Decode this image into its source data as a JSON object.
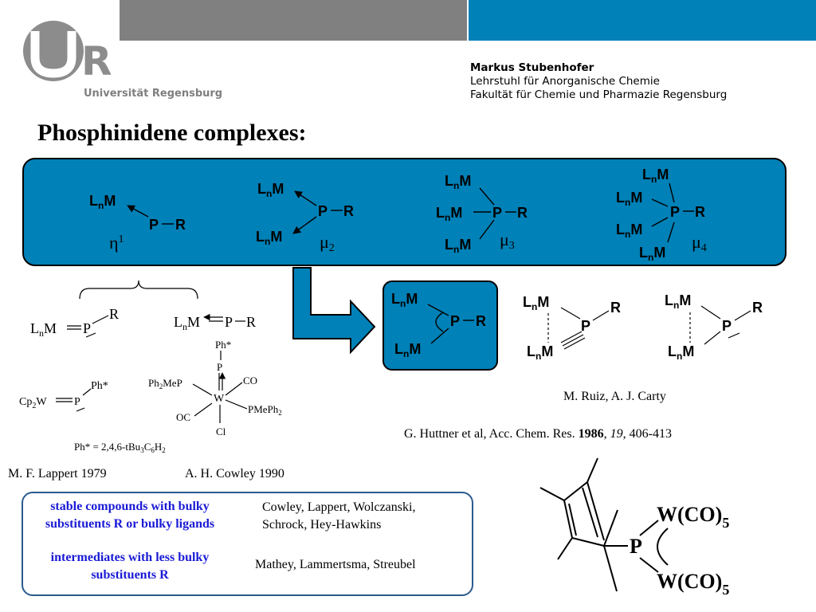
{
  "header": {
    "university": "Universität Regensburg",
    "logo_letters": "UR",
    "author_name": "Markus Stubenhofer",
    "author_line2": "Lehrstuhl für Anorganische Chemie",
    "author_line3": "Fakultät für Chemie und Pharmazie Regensburg",
    "colors": {
      "grey_bar": "#808080",
      "blue_bar": "#0081b7"
    }
  },
  "slide": {
    "title": "Phosphinidene complexes:",
    "panel_color": "#0081b7"
  },
  "labels": {
    "LnM": "LnM",
    "P": "P",
    "R": "R",
    "eta1": "η1",
    "mu2": "μ2",
    "mu3": "μ3",
    "mu4": "μ4",
    "ph_star": "Ph*",
    "ph_star_def": "Ph* = 2,4,6-tBu3C6H2",
    "cp2w": "Cp2W",
    "ph2mep": "Ph2MeP",
    "pmeph2": "PMePh2",
    "co": "CO",
    "oc": "OC",
    "w": "W",
    "cl": "Cl",
    "wco5": "W(CO)5"
  },
  "refs": {
    "lappert": "M. F. Lappert 1979",
    "cowley": "A. H. Cowley 1990",
    "ruiz": "M. Ruiz, A. J. Carty",
    "huttner_pre": "G. Huttner et al, Acc. Chem. Res. ",
    "huttner_year": "1986",
    "huttner_sep": ", ",
    "huttner_vol": "19",
    "huttner_pages": ", 406-413"
  },
  "info": {
    "stable_1": "stable compounds with bulky",
    "stable_2": "substituents R or bulky ligands",
    "stable_names_1": "Cowley, Lappert, Wolczanski,",
    "stable_names_2": "Schrock, Hey-Hawkins",
    "inter_1": "intermediates with less bulky",
    "inter_2": "substituents R",
    "inter_names": "Mathey, Lammertsma, Streubel"
  }
}
